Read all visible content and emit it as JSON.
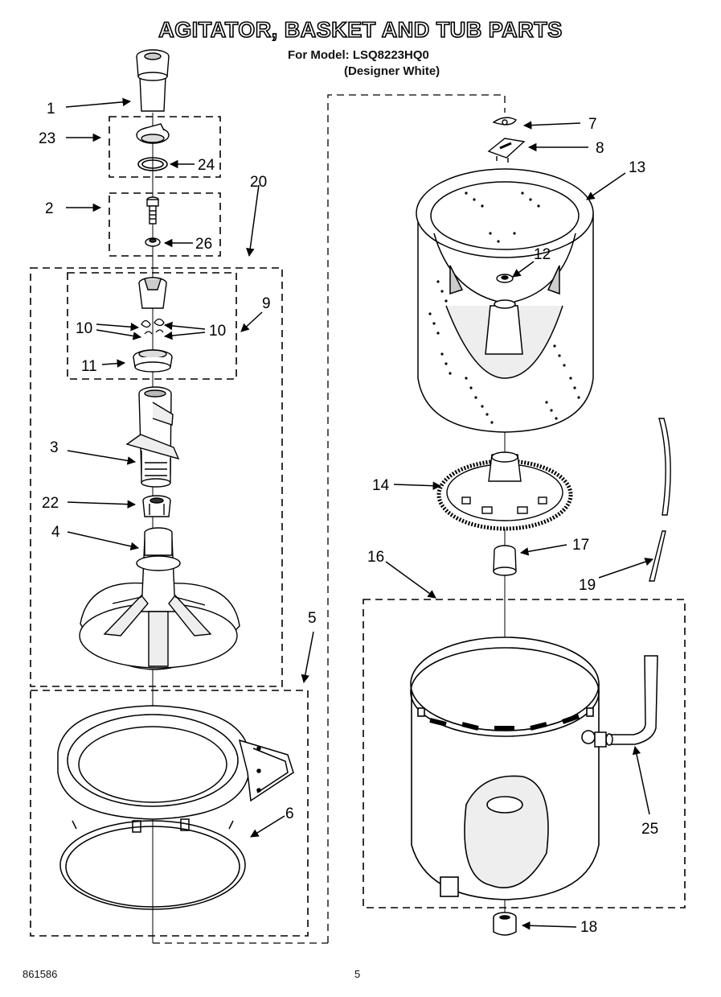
{
  "header": {
    "title": "AGITATOR, BASKET AND TUB PARTS",
    "model_line": "For Model: LSQ8223HQ0",
    "variant_line": "(Designer White)"
  },
  "footer": {
    "doc_number": "861586",
    "page_number": "5"
  },
  "callouts": {
    "c1": "1",
    "c2": "2",
    "c3": "3",
    "c4": "4",
    "c5": "5",
    "c6": "6",
    "c7": "7",
    "c8": "8",
    "c9": "9",
    "c10a": "10",
    "c10b": "10",
    "c11": "11",
    "c12": "12",
    "c13": "13",
    "c14": "14",
    "c16": "16",
    "c17": "17",
    "c18": "18",
    "c19": "19",
    "c20": "20",
    "c22": "22",
    "c23": "23",
    "c24": "24",
    "c25": "25",
    "c26": "26"
  },
  "colors": {
    "ink": "#000000",
    "paper": "#ffffff",
    "shade": "#d9d9d9"
  }
}
